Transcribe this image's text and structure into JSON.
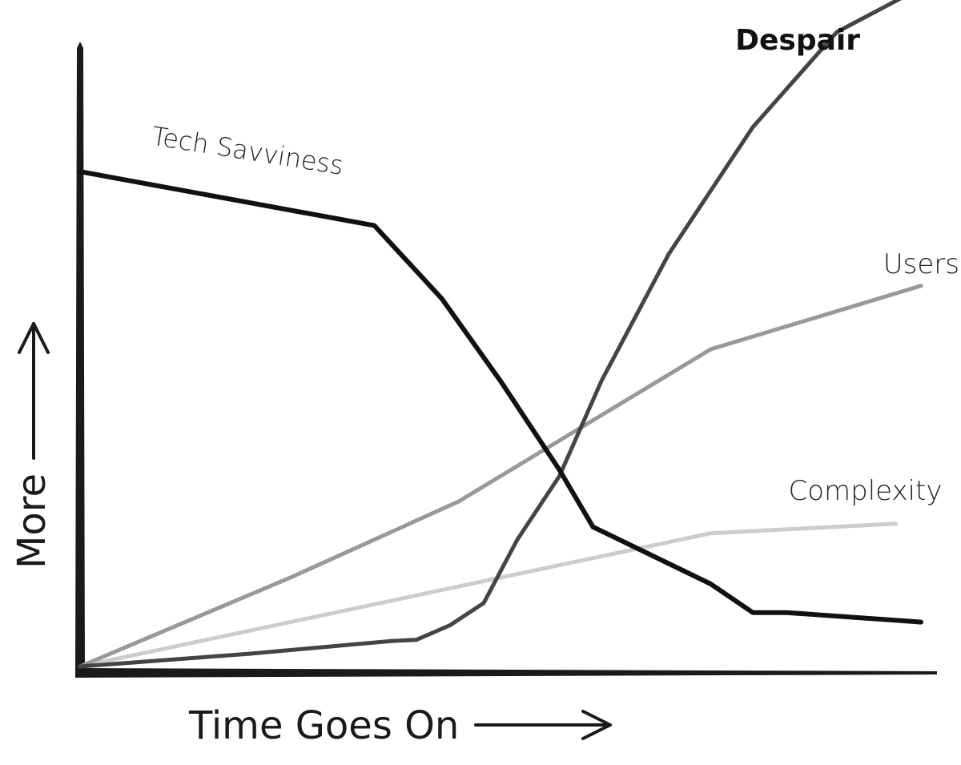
{
  "chart_data": {
    "type": "line",
    "title": "",
    "xlabel": "Time Goes On",
    "ylabel": "More",
    "xlim": [
      0,
      100
    ],
    "ylim": [
      0,
      100
    ],
    "grid": false,
    "legend": "none",
    "series": [
      {
        "name": "Tech Savviness",
        "color": "#111111",
        "x": [
          0,
          35,
          43,
          50,
          57,
          61,
          75,
          80,
          84,
          100
        ],
        "y": [
          78,
          69.5,
          58,
          45,
          31,
          22,
          13,
          8.5,
          8.5,
          7
        ]
      },
      {
        "name": "Users",
        "color": "#999999",
        "x": [
          0,
          25,
          45,
          60,
          75,
          100
        ],
        "y": [
          0,
          14,
          26,
          38,
          50,
          60
        ]
      },
      {
        "name": "Complexity",
        "color": "#cccccc",
        "x": [
          0,
          25,
          50,
          75,
          97
        ],
        "y": [
          0,
          7,
          14,
          21,
          22.5
        ]
      },
      {
        "name": "Despair",
        "color": "#444444",
        "x": [
          0,
          20,
          37,
          40,
          44,
          48,
          52,
          57,
          62,
          70,
          80,
          90,
          100
        ],
        "y": [
          0,
          2,
          4,
          4.2,
          6.5,
          10,
          20,
          30,
          45,
          65,
          85,
          100,
          107
        ]
      }
    ]
  }
}
